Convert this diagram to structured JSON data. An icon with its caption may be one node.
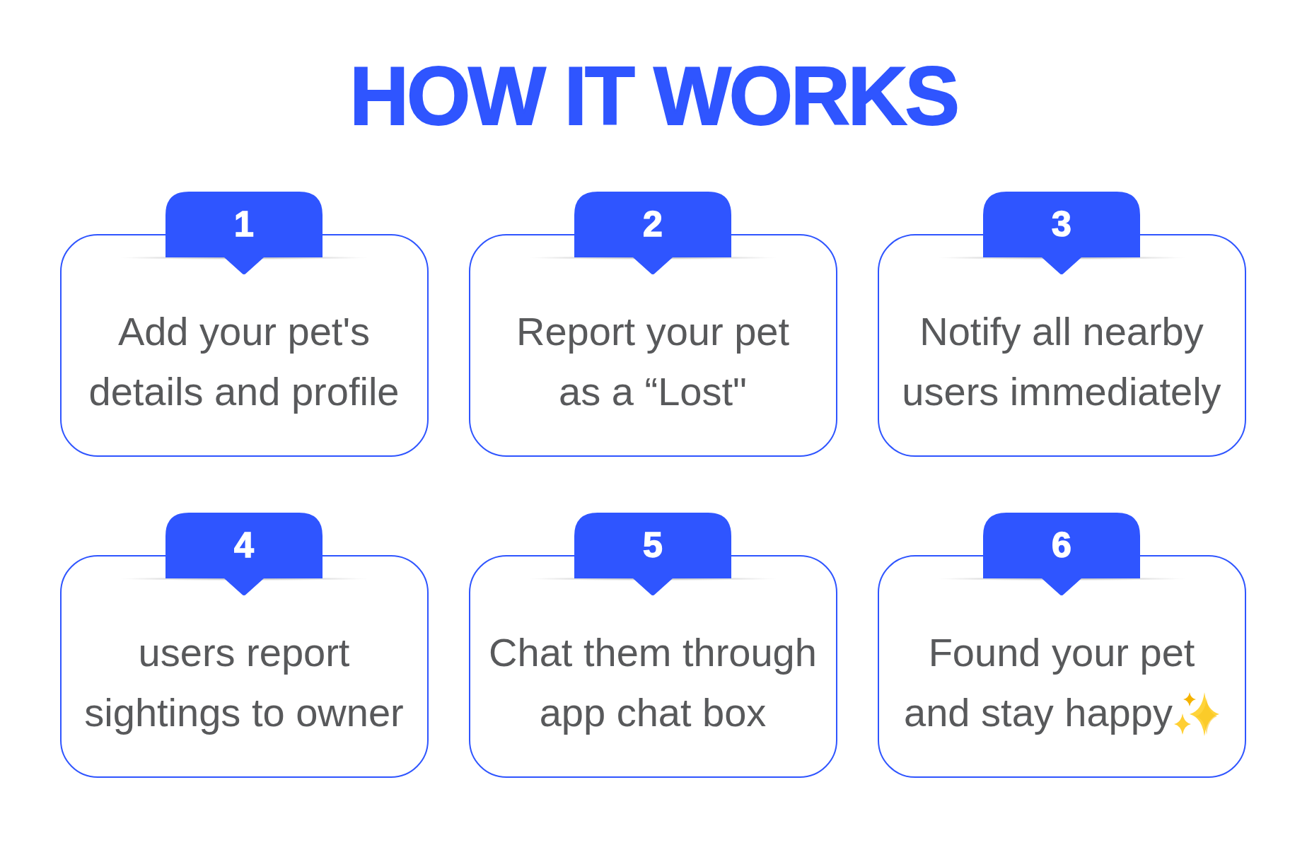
{
  "diagram": {
    "title": "HOW IT WORKS",
    "nodes": [
      {
        "text": [
          "1",
          "Add your pet's details and profile"
        ]
      },
      {
        "text": [
          "2",
          "Report your pet as a “Lost\""
        ]
      },
      {
        "text": [
          "3",
          "Notify all nearby users immediately"
        ]
      },
      {
        "text": [
          "4",
          "users report sightings to owner"
        ]
      },
      {
        "text": [
          "5",
          "Chat them through app chat box"
        ]
      },
      {
        "text": [
          "6",
          "Found your pet and stay happy"
        ]
      }
    ]
  }
}
